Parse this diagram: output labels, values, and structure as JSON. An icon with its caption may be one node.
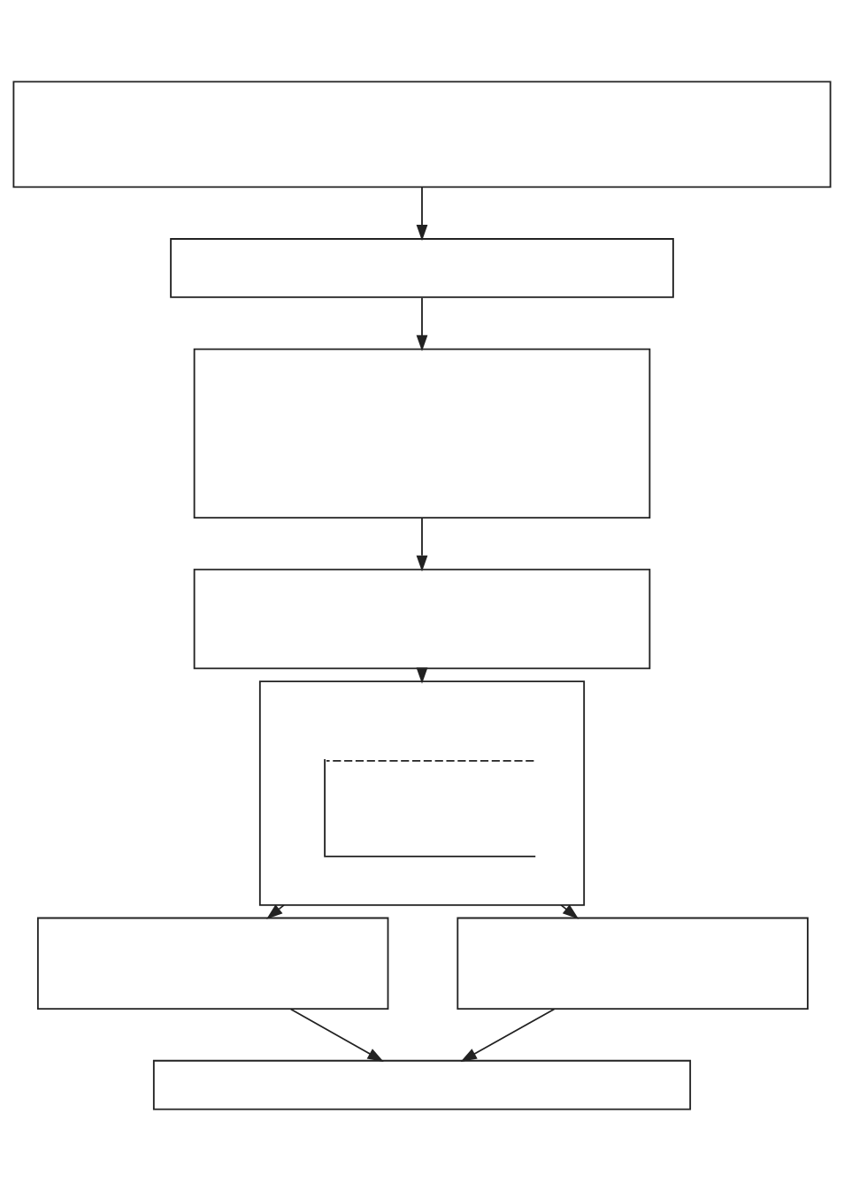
{
  "diagram": {
    "nodes": [
      {
        "text": [],
        "shape": "box"
      },
      {
        "text": [],
        "shape": "box"
      },
      {
        "text": [],
        "shape": "box"
      },
      {
        "text": [],
        "shape": "box"
      },
      {
        "text": [],
        "shape": "box"
      },
      {
        "text": [],
        "shape": "picture",
        "in": 4
      },
      {
        "text": [],
        "shape": "box"
      },
      {
        "text": [],
        "shape": "box"
      },
      {
        "text": [],
        "shape": "box"
      }
    ],
    "edges": [
      {
        "from": 0,
        "to": 1,
        "arrow": "to"
      },
      {
        "from": 1,
        "to": 2,
        "arrow": "to"
      },
      {
        "from": 2,
        "to": 3,
        "arrow": "to"
      },
      {
        "from": 3,
        "to": 4,
        "arrow": "to"
      },
      {
        "from": 4,
        "to": 6,
        "arrow": "to"
      },
      {
        "from": 4,
        "to": 7,
        "arrow": "to"
      },
      {
        "from": 6,
        "to": 8,
        "arrow": "to"
      },
      {
        "from": 7,
        "to": 8,
        "arrow": "to"
      }
    ]
  }
}
